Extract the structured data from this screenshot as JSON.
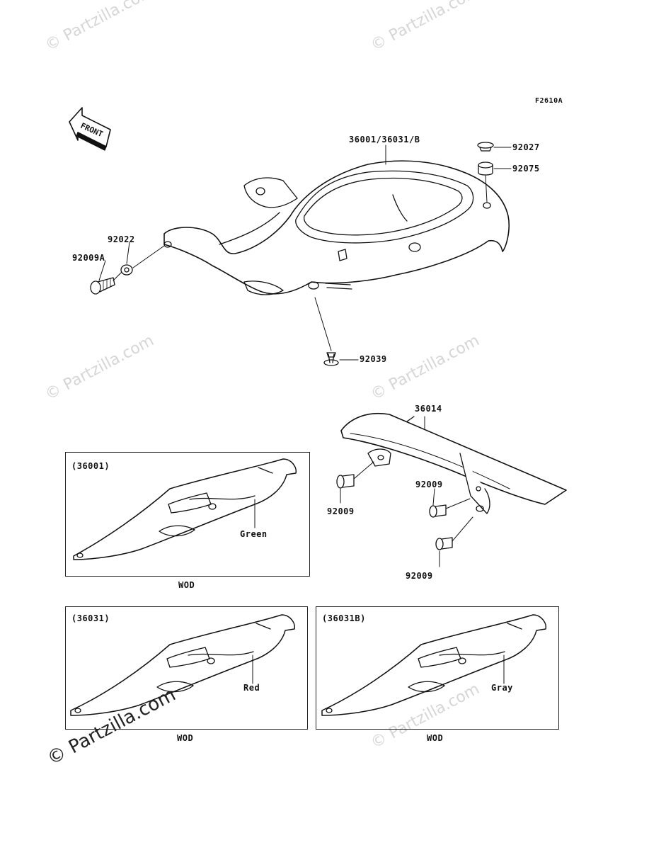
{
  "figure_code": "F2610A",
  "direction_marker": "FRONT",
  "watermark": "© Partzilla.com",
  "parts": {
    "cover_main": "36001/36031/B",
    "cap": "92027",
    "damper": "92075",
    "washer": "92022",
    "bolt_left": "92009A",
    "rivet": "92039",
    "chain_cover": "36014",
    "bolt_a": "92009",
    "bolt_b": "92009",
    "bolt_c": "92009"
  },
  "variants": [
    {
      "code": "(36001)",
      "color": "Green",
      "note": "WOD"
    },
    {
      "code": "(36031)",
      "color": "Red",
      "note": "WOD"
    },
    {
      "code": "(36031B)",
      "color": "Gray",
      "note": "WOD"
    }
  ]
}
